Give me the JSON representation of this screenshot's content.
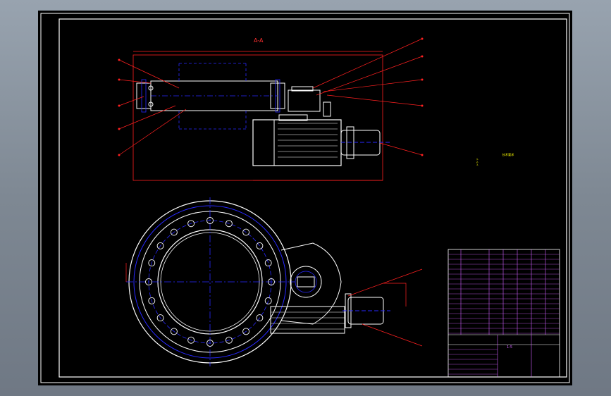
{
  "drawing": {
    "section_view_label": "A-A",
    "title_block": {
      "scale_text": "1:5",
      "drawing_number": "",
      "name": ""
    },
    "technical_requirements": {
      "title": "技术要求",
      "lines": [
        "1.",
        "2.",
        "3."
      ]
    }
  },
  "colors": {
    "background": "#000000",
    "frame": "#ffffff",
    "outline": "#ffffff",
    "centerline": "#2828ff",
    "dimension": "#ff2020",
    "notes": "#ffff00",
    "title_block": "#d060ff",
    "chrome_top": "#98a3af"
  }
}
